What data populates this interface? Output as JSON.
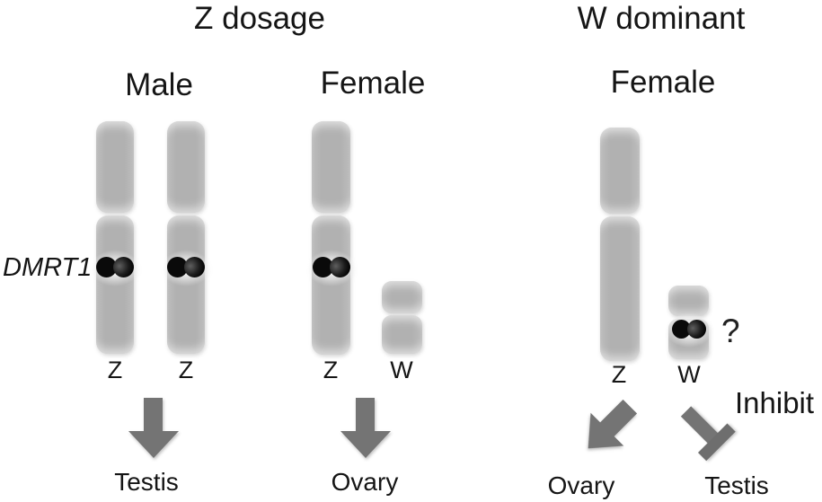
{
  "figure": {
    "gene_label": "DMRT1",
    "left_model": {
      "title": "Z dosage",
      "male": {
        "label": "Male",
        "chrom1_label": "Z",
        "chrom2_label": "Z",
        "outcome": "Testis"
      },
      "female": {
        "label": "Female",
        "chrom1_label": "Z",
        "chrom2_label": "W",
        "outcome": "Ovary"
      }
    },
    "right_model": {
      "title": "W dominant",
      "female": {
        "label": "Female",
        "chrom1_label": "Z",
        "chrom2_label": "W",
        "gene_annotation": "?",
        "inhibit_label": "Inhibit",
        "outcome_ovary": "Ovary",
        "outcome_testis": "Testis"
      }
    },
    "colors": {
      "chromosome": "#b3b3b3",
      "gene_dot": "#0a0a0a",
      "arrow": "#747474",
      "text": "#151515",
      "background": "#ffffff"
    }
  }
}
